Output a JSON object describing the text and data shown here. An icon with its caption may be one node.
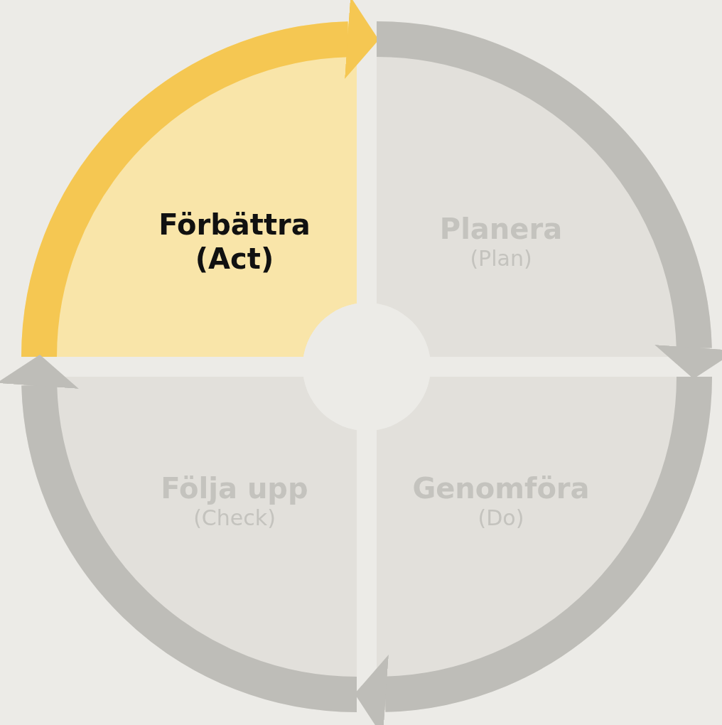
{
  "diagram": {
    "nodes": [
      {
        "text": [
          "Förbättra",
          "(Act)"
        ]
      },
      {
        "text": [
          "Planera",
          "(Plan)"
        ]
      },
      {
        "text": [
          "Följa upp",
          "(Check)"
        ]
      },
      {
        "text": [
          "Genomföra",
          "(Do)"
        ]
      },
      {
        "text": [],
        "shape": "circle"
      }
    ],
    "edges": [
      {
        "from": 0,
        "to": 1,
        "arrow": "to",
        "color": "#f5c752"
      },
      {
        "from": 1,
        "to": 3,
        "arrow": "to"
      },
      {
        "from": 3,
        "to": 2,
        "arrow": "to"
      },
      {
        "from": 2,
        "to": 0,
        "arrow": "to"
      }
    ]
  }
}
